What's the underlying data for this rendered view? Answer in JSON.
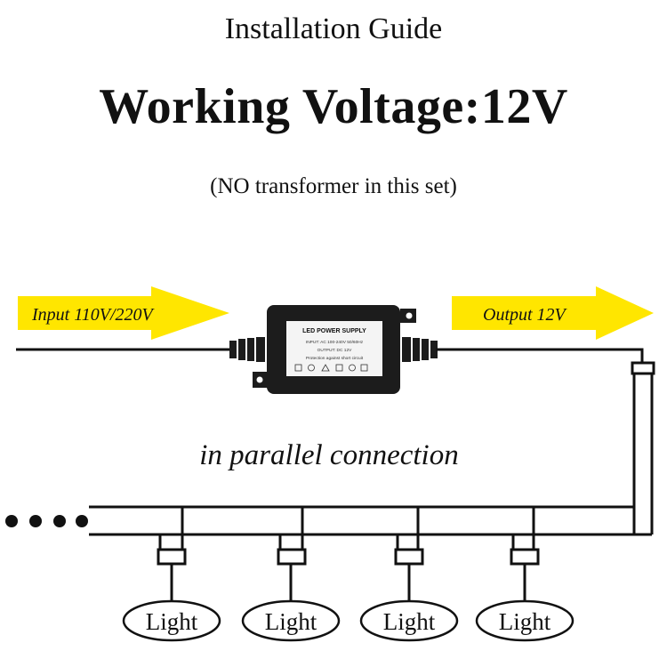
{
  "header": {
    "title": "Installation Guide",
    "headline": "Working Voltage:12V",
    "note": "(NO transformer in this set)"
  },
  "diagram": {
    "input_label": "Input 110V/220V",
    "output_label": "Output 12V",
    "connection_label": "in parallel connection",
    "power_supply": {
      "label": "LED POWER SUPPLY",
      "spec_line_1": "INPUT: AC 100-240V 50/60Hz",
      "spec_line_2": "OUTPUT: DC 12V",
      "spec_line_3": "Protection against short circuit"
    },
    "lights": [
      "Light",
      "Light",
      "Light",
      "Light"
    ],
    "continuation": "• • • •",
    "colors": {
      "arrow": "#ffe600",
      "wire": "#111111",
      "box": "#1c1c1c"
    }
  }
}
